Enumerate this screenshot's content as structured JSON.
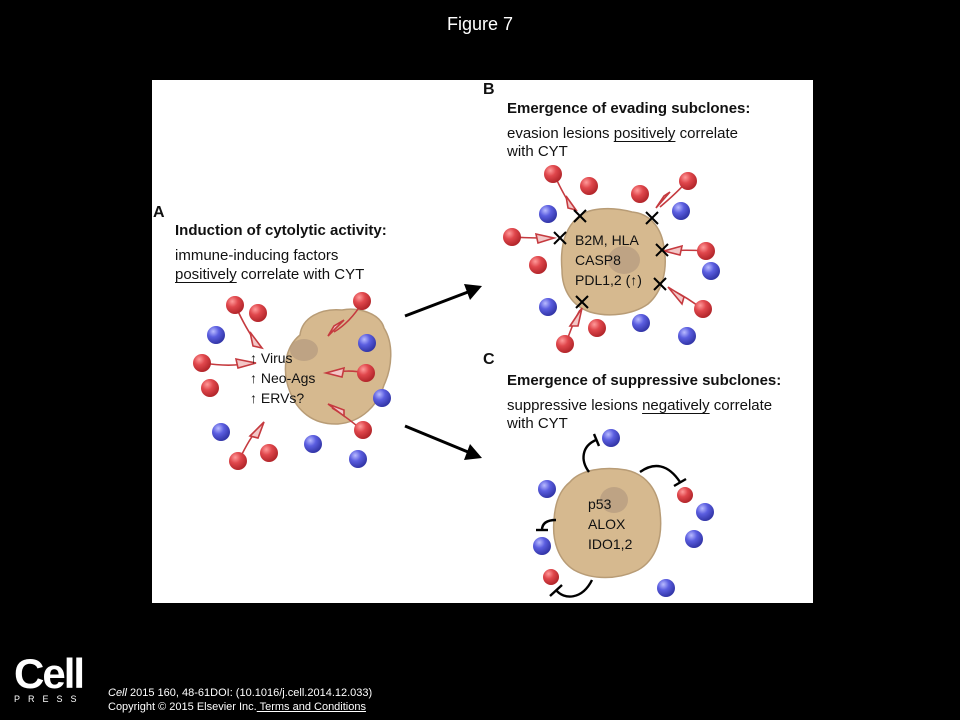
{
  "figure_title": "Figure 7",
  "panel_a": {
    "label": "A",
    "heading": "Induction of cytolytic activity:",
    "line1": "immune-inducing factors",
    "line2_underlined": "positively",
    "line2_rest": " correlate with CYT",
    "cell_items": [
      "↑ Virus",
      "↑ Neo-Ags",
      "↑ ERVs?"
    ]
  },
  "panel_b": {
    "label": "B",
    "heading": "Emergence of evading subclones:",
    "line1_pre": "evasion lesions ",
    "line1_underlined": "positively",
    "line1_post": " correlate",
    "line2": "with CYT",
    "cell_items": [
      "B2M, HLA",
      "CASP8",
      "PDL1,2 (↑)"
    ]
  },
  "panel_c": {
    "label": "C",
    "heading": "Emergence of suppressive subclones:",
    "line1_pre": "suppressive lesions ",
    "line1_underlined": "negatively",
    "line1_post": " correlate",
    "line2": "with CYT",
    "cell_items": [
      "p53",
      "ALOX",
      "IDO1,2"
    ]
  },
  "colors": {
    "tumor_cell": "#d6b98f",
    "tumor_nucleus": "#b59c80",
    "t_cell_red": "#e0474c",
    "other_cell_blue": "#5b5ee0",
    "background": "#000000",
    "panel": "#ffffff"
  },
  "logo": {
    "word": "Cell",
    "sub": "PRESS"
  },
  "footer": {
    "citation_journal": "Cell",
    "citation_rest": " 2015 160, 48-61DOI: (10.1016/j.cell.2014.12.033)",
    "copyright": "Copyright © 2015 Elsevier Inc.",
    "link_text": " Terms and Conditions"
  }
}
